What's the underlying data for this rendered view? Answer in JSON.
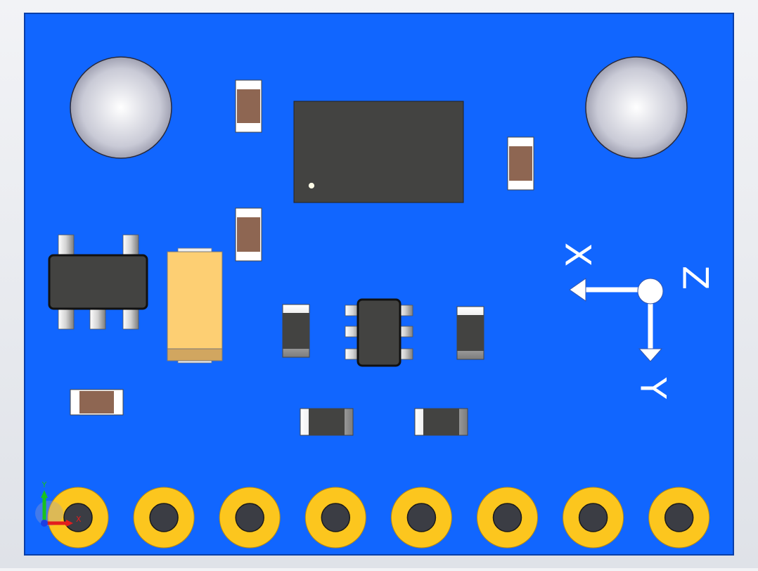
{
  "board": {
    "color": "#1166ff",
    "edge_color": "#0a3fa8"
  },
  "axis_markings": {
    "x_label": "X",
    "y_label": "Y",
    "z_label": "Z",
    "color": "#ffffff"
  },
  "orientation_triad": {
    "x_label": "X",
    "y_label": "Y",
    "x_color": "#e31d1d",
    "y_color": "#18c21f",
    "z_color": "#1d3fe3"
  },
  "header_pads": {
    "count": 8,
    "pad_color": "#fcc61e",
    "hole_color": "#3b3d44"
  },
  "components": {
    "ic_body_color": "#434341",
    "resistor_body_color": "#8e6652",
    "capacitor_body_color": "#fdcf73",
    "capacitor_band_color": "#d1a660"
  }
}
